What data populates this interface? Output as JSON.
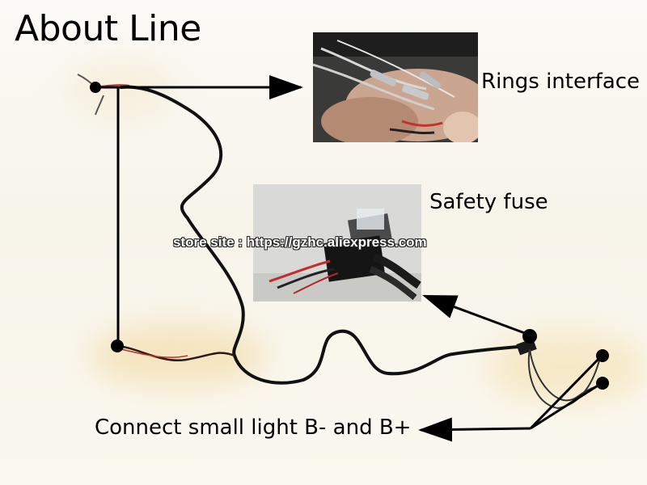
{
  "title": "About Line",
  "labels": {
    "rings_interface": "Rings interface",
    "safety_fuse": "Safety fuse",
    "connect_small_light": "Connect small light B- and B+"
  },
  "watermark": "store site : https://gzhc.aliexpress.com",
  "colors": {
    "wire": "#111111",
    "red_wire": "#c0302a",
    "arrow": "#000000",
    "accent_glow": "#f3dca0"
  }
}
